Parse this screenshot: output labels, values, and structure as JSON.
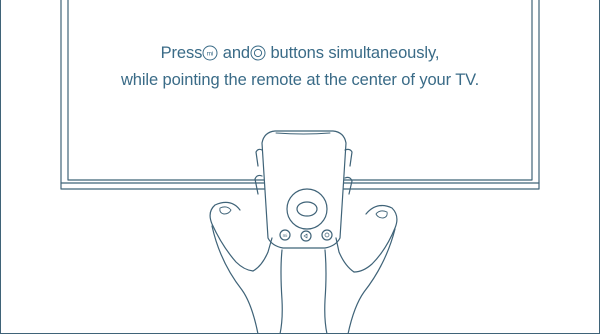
{
  "instructions": {
    "press_label": "Press",
    "and_label": "and",
    "line1_tail": "buttons simultaneously,",
    "line2": "while pointing the remote at the center of your TV.",
    "mi_button_glyph": "mi",
    "home_button_glyph": "circle-button"
  },
  "colors": {
    "line": "#3f6378",
    "text": "#3a6b87",
    "background": "#ffffff"
  }
}
